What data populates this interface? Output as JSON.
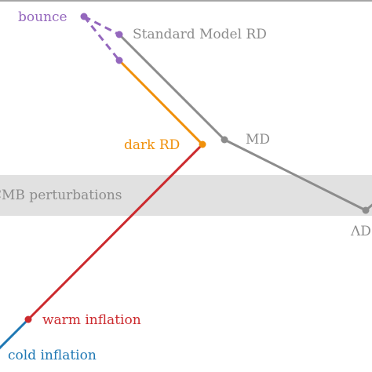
{
  "colors": {
    "frame": "#888888",
    "band": "#e1e1e1",
    "gray_line": "#8c8c8c",
    "bounce": "#9467bd",
    "dark_rd": "#f0900a",
    "warm": "#cc2a2e",
    "cold": "#1f78b4",
    "gray_text": "#8c8c8c"
  },
  "labels": {
    "bounce": "bounce",
    "standard_model_rd": "Standard Model RD",
    "md": "MD",
    "lambda": "ΛD",
    "dark_rd": "dark RD",
    "cmb_band": "CMB perturbations",
    "warm_inflation": "warm inflation",
    "cold_inflation": "cold inflation"
  }
}
